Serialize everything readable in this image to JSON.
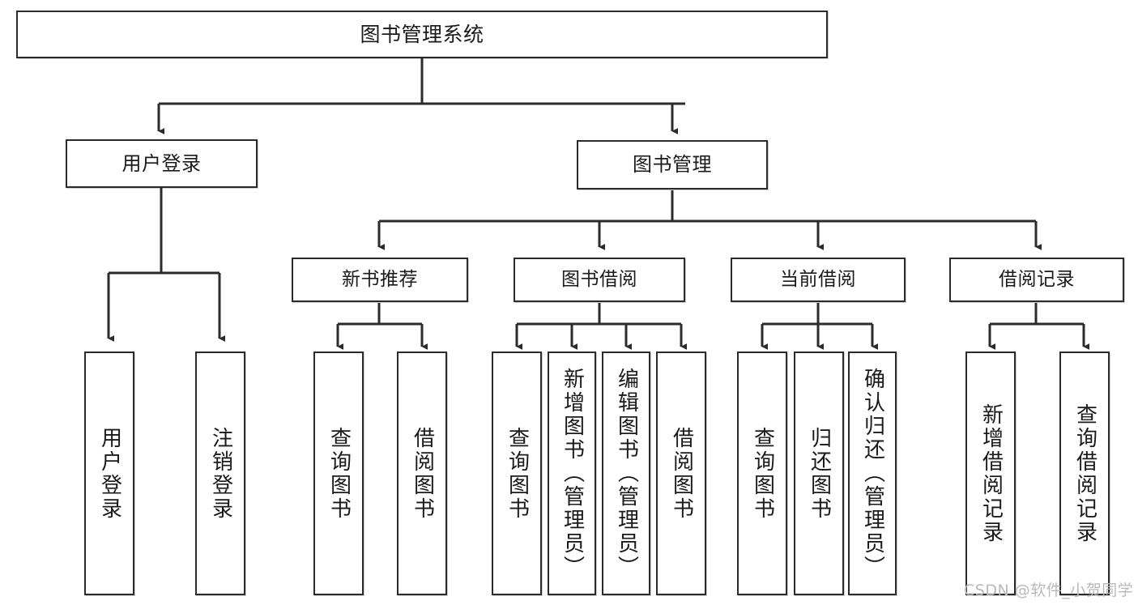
{
  "diagram": {
    "type": "hierarchy-tree",
    "title": "图书管理系统",
    "root": {
      "label": "图书管理系统"
    },
    "level2": [
      {
        "label": "用户登录"
      },
      {
        "label": "图书管理"
      }
    ],
    "level3": [
      {
        "label": "新书推荐"
      },
      {
        "label": "图书借阅"
      },
      {
        "label": "当前借阅"
      },
      {
        "label": "借阅记录"
      }
    ],
    "leaves": [
      {
        "label": "用户登录"
      },
      {
        "label": "注销登录"
      },
      {
        "label": "查询图书"
      },
      {
        "label": "借阅图书"
      },
      {
        "label": "查询图书"
      },
      {
        "label": "新增图书（管理员）"
      },
      {
        "label": "编辑图书（管理员）"
      },
      {
        "label": "借阅图书"
      },
      {
        "label": "查询图书"
      },
      {
        "label": "归还图书"
      },
      {
        "label": "确认归还（管理员）"
      },
      {
        "label": "新增借阅记录"
      },
      {
        "label": "查询借阅记录"
      }
    ]
  },
  "watermark": {
    "text": "CSDN @软件_小贺同学"
  },
  "colors": {
    "stroke": "#2b2b2b",
    "background": "#ffffff",
    "text": "#1a1a1a",
    "watermark": "#b9b9b9"
  }
}
